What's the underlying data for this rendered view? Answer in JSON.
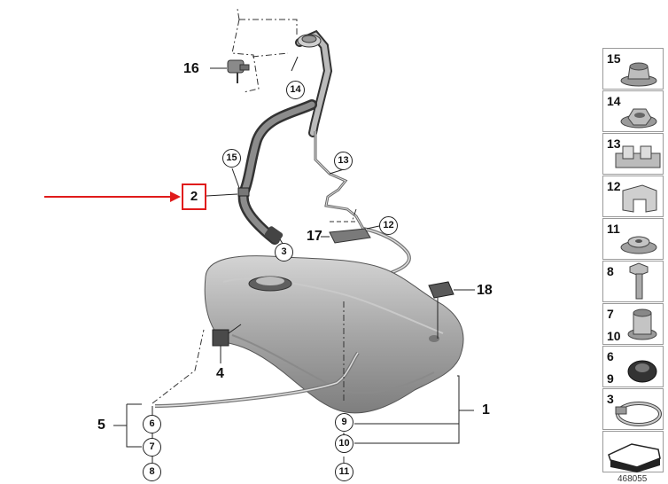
{
  "callouts": {
    "c16": "16",
    "c14": "14",
    "c15": "15",
    "c13": "13",
    "c2": "2",
    "c12": "12",
    "c17": "17",
    "c3": "3",
    "c18": "18",
    "c4": "4",
    "c1": "1",
    "c5": "5",
    "c6": "6",
    "c7": "7",
    "c8": "8",
    "c9": "9",
    "c10": "10",
    "c11": "11"
  },
  "parts_panel": [
    {
      "labels": [
        "15"
      ],
      "icon": "flange-nut-icon"
    },
    {
      "labels": [
        "14"
      ],
      "icon": "hex-nut-icon"
    },
    {
      "labels": [
        "13"
      ],
      "icon": "hose-clip-icon"
    },
    {
      "labels": [
        "12"
      ],
      "icon": "bracket-clip-icon"
    },
    {
      "labels": [
        "11"
      ],
      "icon": "flange-nut-icon"
    },
    {
      "labels": [
        "8"
      ],
      "icon": "bolt-icon"
    },
    {
      "labels": [
        "7",
        "10"
      ],
      "icon": "collar-nut-icon"
    },
    {
      "labels": [
        "6",
        "9"
      ],
      "icon": "grommet-icon"
    },
    {
      "labels": [
        "3"
      ],
      "icon": "hose-clamp-icon"
    },
    {
      "labels": [],
      "icon": "sealant-wedge-icon"
    }
  ],
  "catalog_number": "468055",
  "colors": {
    "highlight": "#e01b1b",
    "line": "#222222",
    "tank": "#a9a9a9"
  }
}
